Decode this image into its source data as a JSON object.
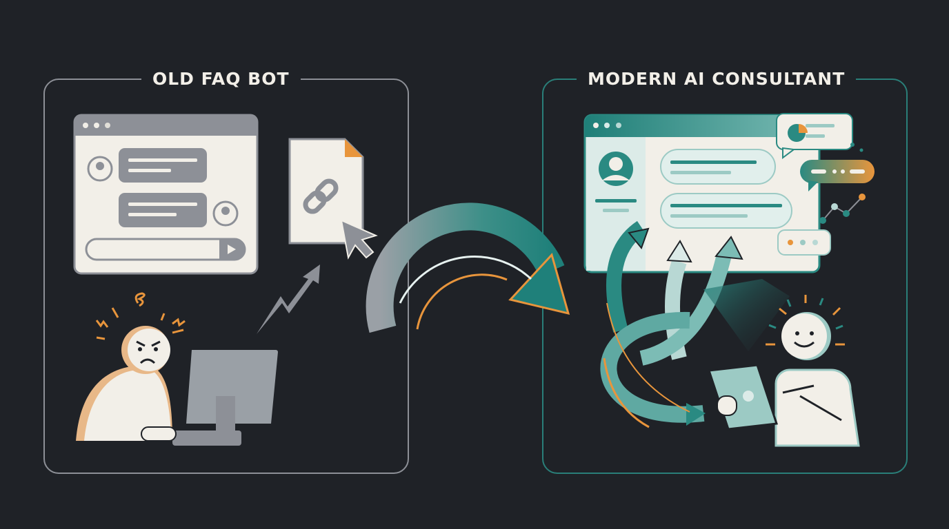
{
  "left_panel": {
    "title": "OLD FAQ BOT",
    "border_color": "#8d9097",
    "elements": [
      "chat-window",
      "link-document-icon",
      "cursor-icon",
      "lightning-arrow",
      "frustrated-user-at-computer"
    ]
  },
  "right_panel": {
    "title": "MODERN AI CONSULTANT",
    "border_color": "#2a7f79",
    "elements": [
      "ai-chat-window",
      "pie-chart-bubble",
      "typing-bubble",
      "trend-line-chart",
      "upward-arrows",
      "happy-user-with-tablet"
    ]
  },
  "transition_arrow": {
    "from": "OLD FAQ BOT",
    "to": "MODERN AI CONSULTANT"
  },
  "colors": {
    "background": "#1f2227",
    "teal": "#2a8a82",
    "orange": "#e8953c",
    "gray": "#8d9097",
    "cream": "#f2efe8"
  }
}
